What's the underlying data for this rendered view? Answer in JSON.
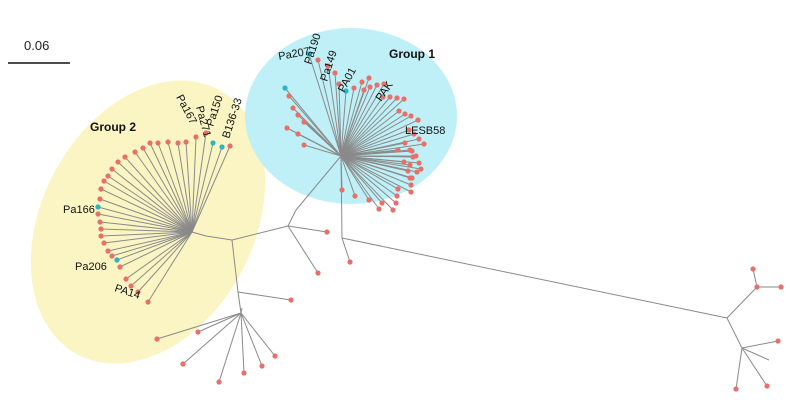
{
  "scale_bar": {
    "label": "0.06"
  },
  "groups": [
    {
      "id": "group1",
      "label": "Group 1",
      "color": "#bff0f7"
    },
    {
      "id": "group2",
      "label": "Group 2",
      "color": "#fbf5c4"
    }
  ],
  "labels": {
    "pa207": "Pa207",
    "pa190": "Pa190",
    "pa149": "Pa149",
    "pa01": "PA01",
    "pak": "PAK",
    "lesb58": "LESB58",
    "pa167": "Pa167",
    "pa271": "Pa271",
    "pa150": "Pa150",
    "b136_33": "B136-33",
    "pa166": "Pa166",
    "pa206": "Pa206",
    "pa14": "PA14"
  },
  "colors": {
    "branch": "#8a8a8a",
    "leaf": "#e8706a",
    "highlight": "#27b6c4"
  }
}
